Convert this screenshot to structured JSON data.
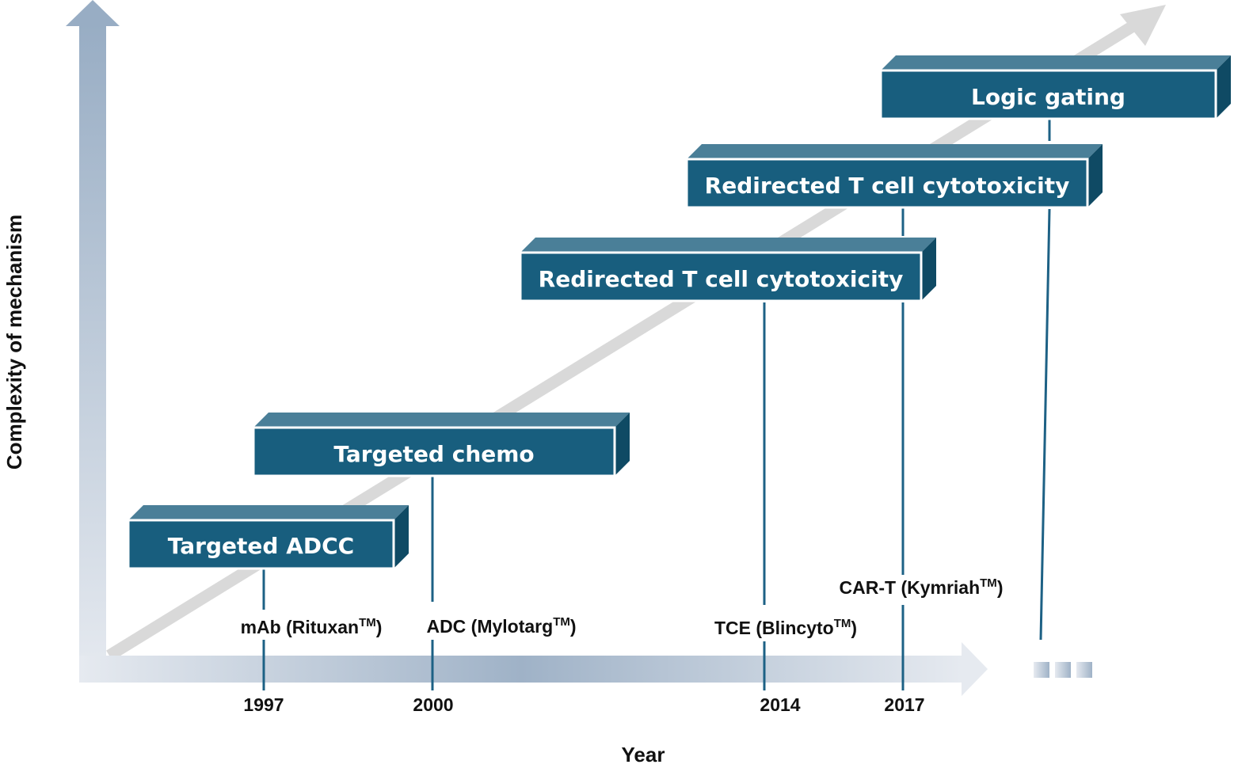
{
  "axes": {
    "x_title": "Year",
    "y_title": "Complexity of mechanism"
  },
  "colors": {
    "box_front": "#185e7e",
    "box_top": "#4a7f98",
    "box_side": "#0f4a64",
    "box_border": "#ffffff",
    "connector": "#1d6185",
    "diagonal_arrow": "#d9d9d9",
    "axis_gradient_light": "#e6eaf0",
    "axis_gradient_dark": "#98adc4"
  },
  "stages": [
    {
      "label": "Targeted ADCC"
    },
    {
      "label": "Targeted chemo"
    },
    {
      "label": "Redirected T cell cytotoxicity"
    },
    {
      "label": "Redirected T cell cytotoxicity"
    },
    {
      "label": "Logic gating"
    }
  ],
  "milestones": [
    {
      "year": "1997",
      "drug": "mAb (Rituxan",
      "tm": "TM",
      "close": ")"
    },
    {
      "year": "2000",
      "drug": "ADC (Mylotarg",
      "tm": "TM",
      "close": ")"
    },
    {
      "year": "2014",
      "drug": "TCE (Blincyto",
      "tm": "TM",
      "close": ")"
    },
    {
      "year": "2017",
      "drug": "CAR-T (Kymriah",
      "tm": "TM",
      "close": ")"
    }
  ],
  "continuation_icon": "ellipsis-squares"
}
